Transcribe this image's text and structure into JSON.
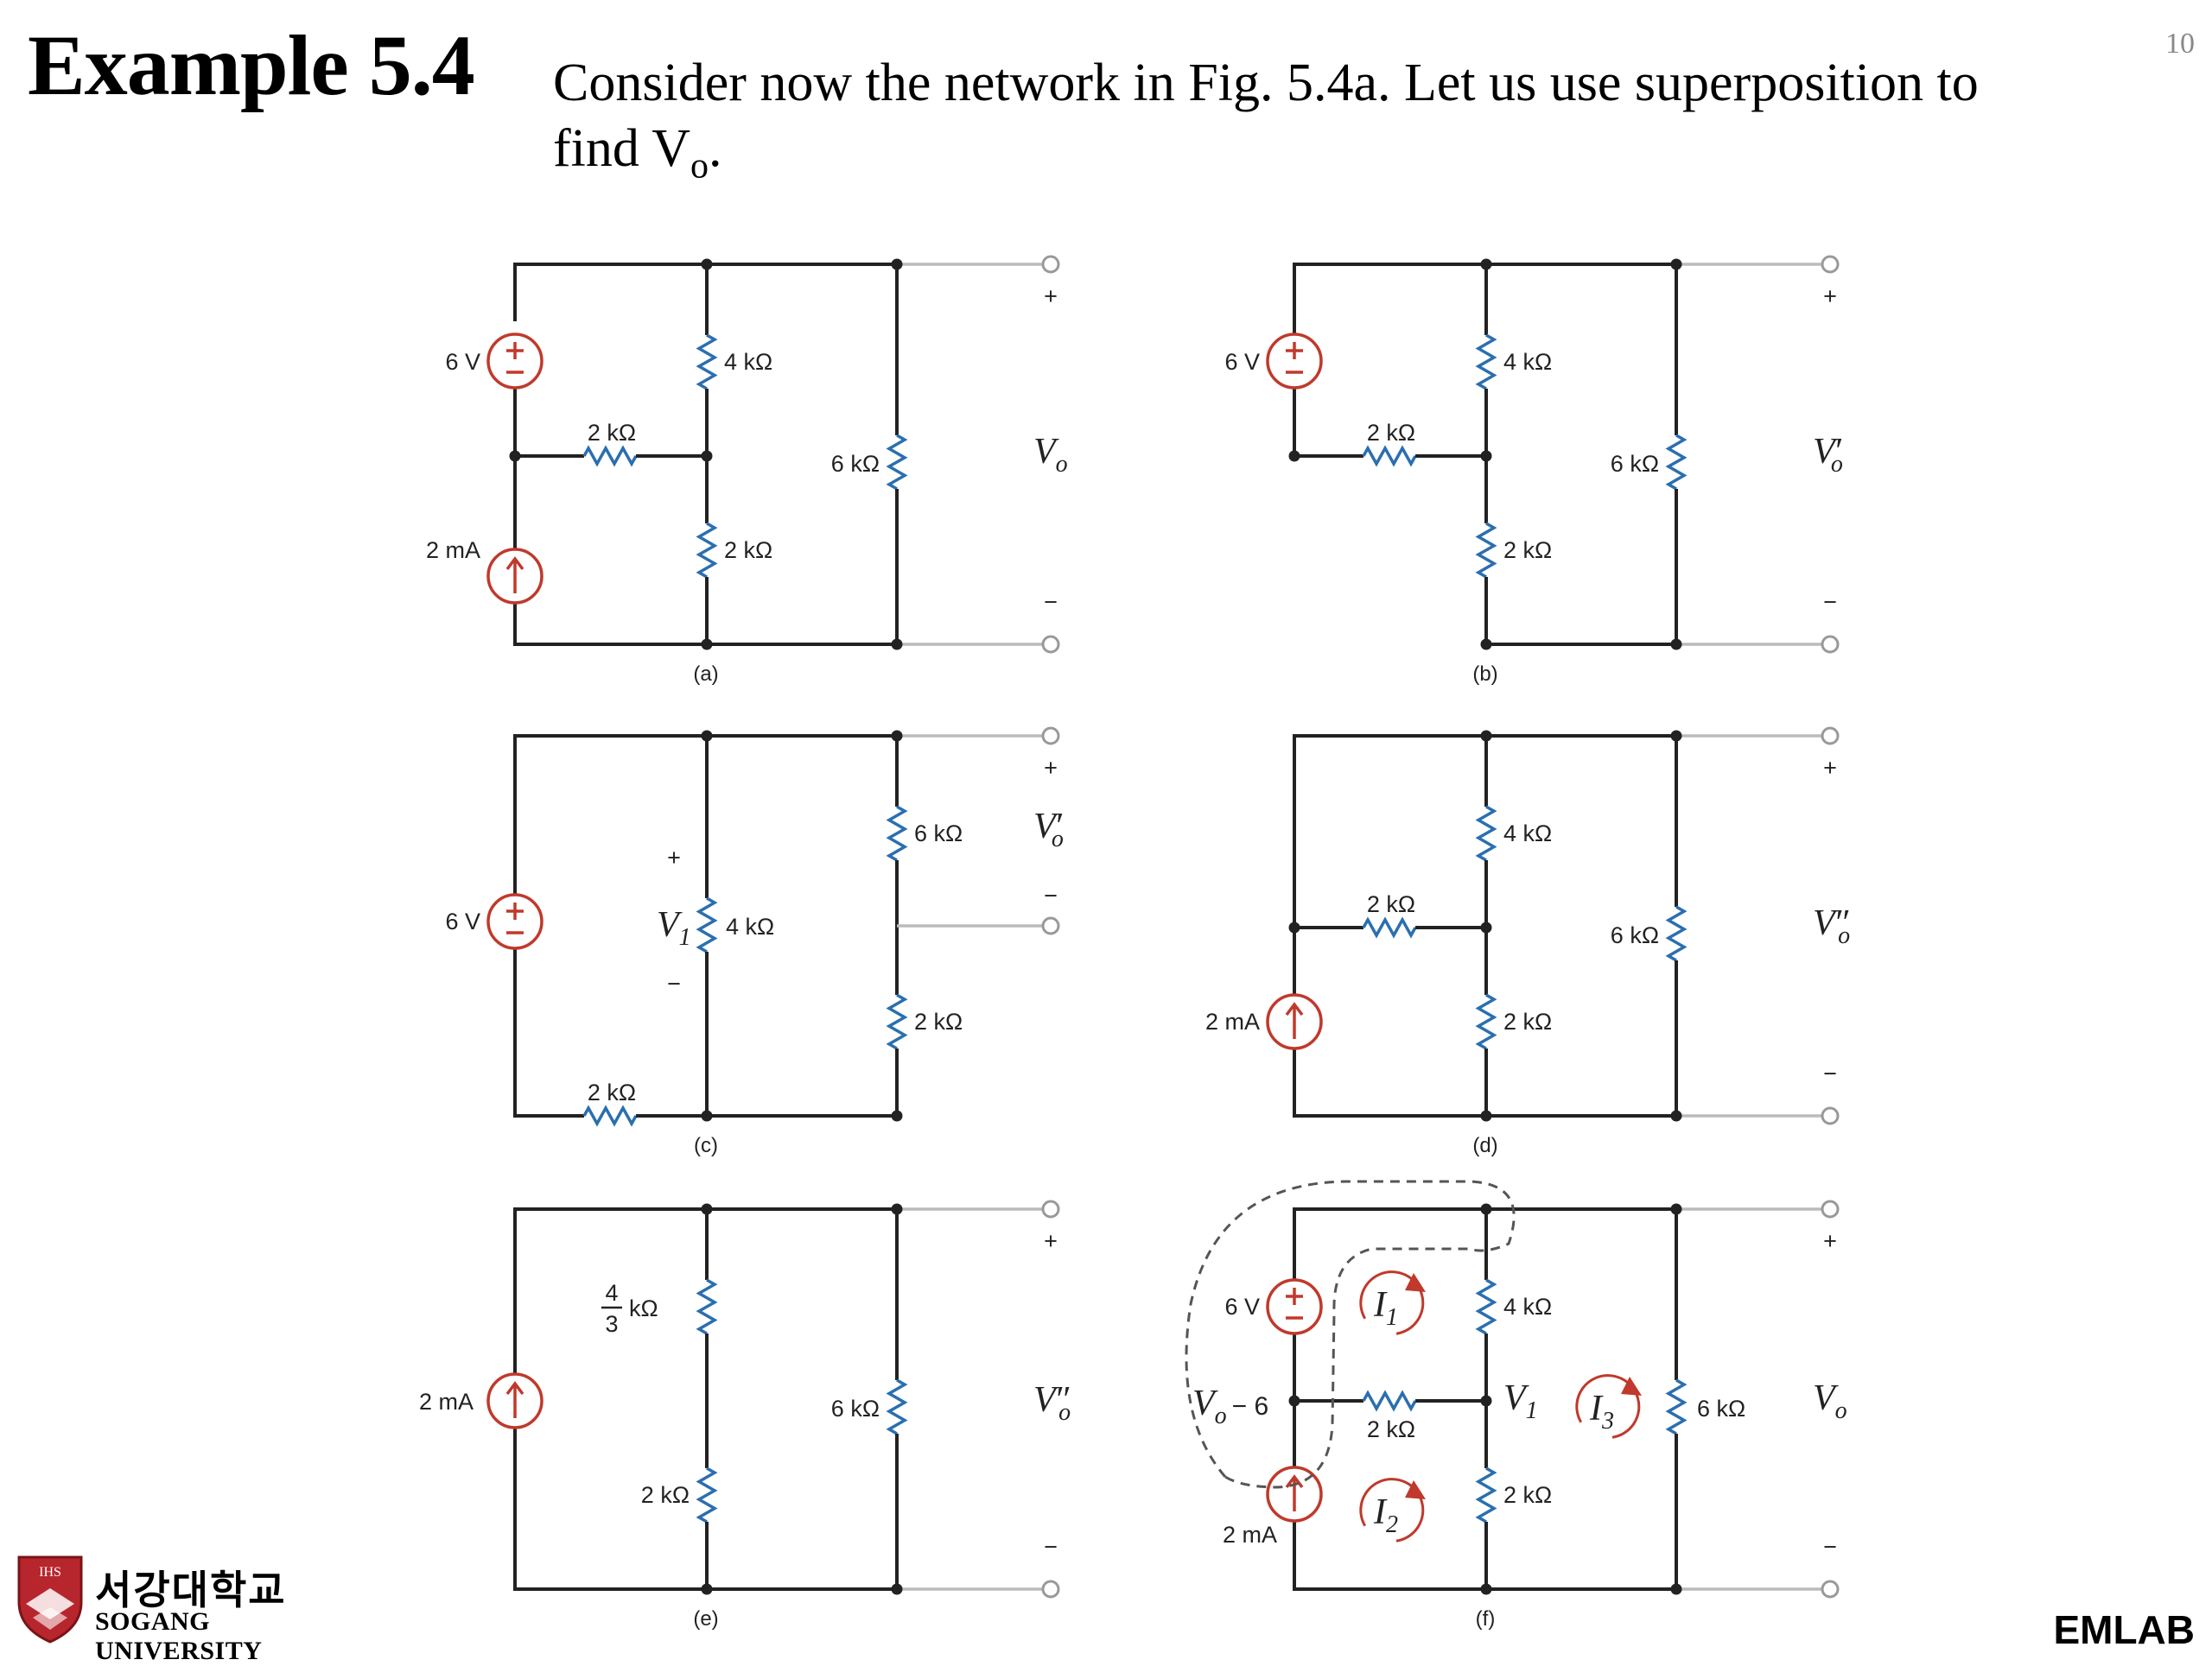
{
  "title": "Example 5.4",
  "intro_line1": "Consider now the network in Fig. 5.4a. Let us use superposition to",
  "intro_line2_prefix": "find V",
  "intro_line2_sub": "o",
  "intro_line2_suffix": ".",
  "page_number": "10",
  "footer": "EMLAB",
  "logo": {
    "korean": "서강대학교",
    "english": "SOGANG UNIVERSITY",
    "crest_text": "IHS"
  },
  "labels": {
    "v6": "6 V",
    "ma2": "2 mA",
    "k4": "4 kΩ",
    "k2": "2 kΩ",
    "k6": "6 kΩ",
    "kfrac": "kΩ",
    "frac_num": "4",
    "frac_den": "3",
    "plus": "+",
    "minus": "−",
    "vo": "V",
    "vo_sub": "o",
    "prime1": "′",
    "prime2": "″",
    "v1": "V",
    "v1_sub": "1",
    "vo_minus_6": "− 6",
    "i1": "I",
    "i1_sub": "1",
    "i2": "I",
    "i2_sub": "2",
    "i3": "I",
    "i3_sub": "3"
  },
  "captions": {
    "a": "(a)",
    "b": "(b)",
    "c": "(c)",
    "d": "(d)",
    "e": "(e)",
    "f": "(f)"
  },
  "colors": {
    "resistor": "#2a6fb0",
    "source": "#c0392b",
    "wire": "#222222",
    "terminal_wire": "#bbbbbb"
  }
}
